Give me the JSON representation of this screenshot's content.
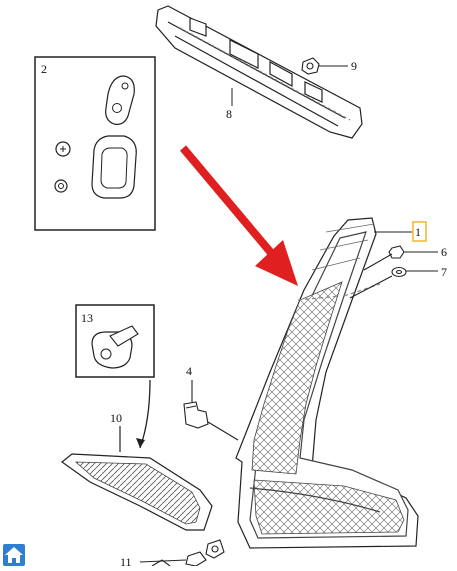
{
  "diagram": {
    "callouts": {
      "c1": "1",
      "c2": "2",
      "c4": "4",
      "c6": "6",
      "c7": "7",
      "c8": "8",
      "c9": "9",
      "c10": "10",
      "c11": "11",
      "c13": "13"
    },
    "highlight_color": "#f2b233",
    "arrow_color": "#e02020"
  },
  "nav": {
    "home_icon": "home-icon"
  }
}
